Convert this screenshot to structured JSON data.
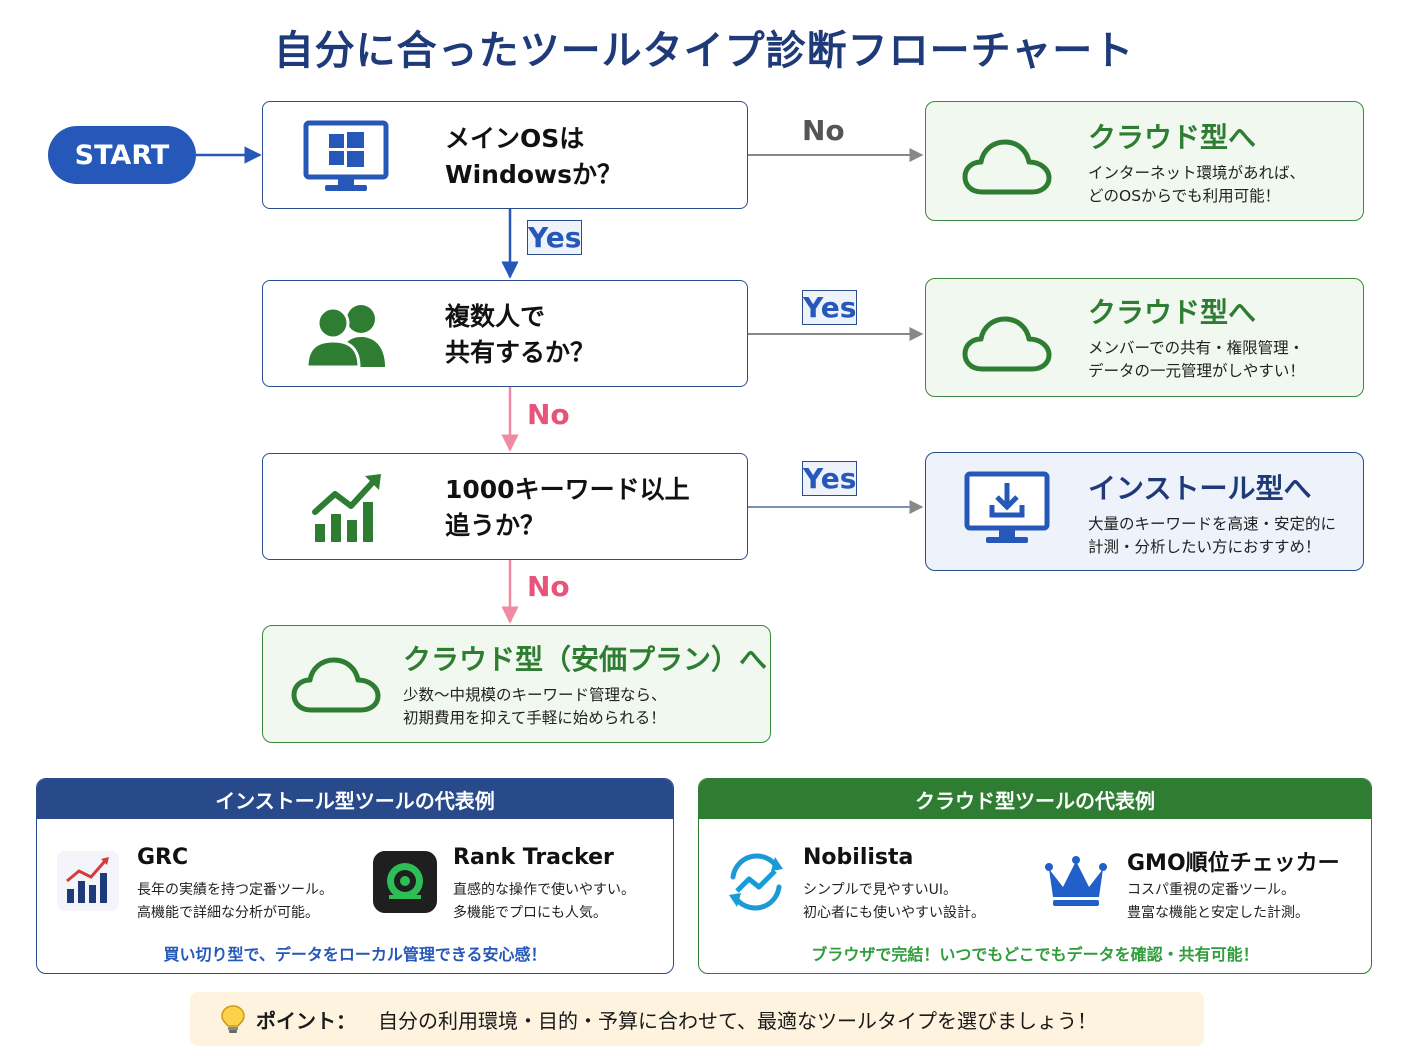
{
  "title": "自分に合ったツールタイプ診断フローチャート",
  "start": "START",
  "questions": [
    {
      "line1": "メインOSは",
      "line2": "Windowsか？",
      "icon": "windows-monitor-icon"
    },
    {
      "line1": "複数人で",
      "line2": "共有するか？",
      "icon": "users-icon"
    },
    {
      "line1": "1000キーワード以上",
      "line2": "追うか？",
      "icon": "growth-chart-icon"
    }
  ],
  "branch_labels": {
    "q1_right": "No",
    "q1_down": "Yes",
    "q2_right": "Yes",
    "q2_down": "No",
    "q3_right": "Yes",
    "q3_down": "No"
  },
  "results": [
    {
      "title": "クラウド型へ",
      "line1": "インターネット環境があれば、",
      "line2": "どのOSからでも利用可能！",
      "icon": "cloud-icon"
    },
    {
      "title": "クラウド型へ",
      "line1": "メンバーでの共有・権限管理・",
      "line2": "データの一元管理がしやすい！",
      "icon": "cloud-icon"
    },
    {
      "title": "インストール型へ",
      "line1": "大量のキーワードを高速・安定的に",
      "line2": "計測・分析したい方におすすめ！",
      "icon": "download-monitor-icon"
    },
    {
      "title": "クラウド型（安価プラン）へ",
      "line1": "少数〜中規模のキーワード管理なら、",
      "line2": "初期費用を抑えて手軽に始められる！",
      "icon": "cloud-icon"
    }
  ],
  "install_panel": {
    "header": "インストール型ツールの代表例",
    "tools": [
      {
        "name": "GRC",
        "line1": "長年の実績を持つ定番ツール。",
        "line2": "高機能で詳細な分析が可能。",
        "icon": "bar-chart-icon"
      },
      {
        "name": "Rank Tracker",
        "line1": "直感的な操作で使いやすい。",
        "line2": "多機能でプロにも人気。",
        "icon": "target-icon"
      }
    ],
    "footer": "買い切り型で、データをローカル管理できる安心感！"
  },
  "cloud_panel": {
    "header": "クラウド型ツールの代表例",
    "tools": [
      {
        "name": "Nobilista",
        "line1": "シンプルで見やすいUI。",
        "line2": "初心者にも使いやすい設計。",
        "icon": "refresh-chart-icon"
      },
      {
        "name": "GMO順位チェッカー",
        "line1": "コスパ重視の定番ツール。",
        "line2": "豊富な機能と安定した計測。",
        "icon": "crown-icon"
      }
    ],
    "footer": "ブラウザで完結！いつでもどこでもデータを確認・共有可能！"
  },
  "point": {
    "label": "ポイント：",
    "text": "自分の利用環境・目的・予算に合わせて、最適なツールタイプを選びましょう！",
    "icon": "lightbulb-icon"
  },
  "colors": {
    "navy": "#1e3a78",
    "blue": "#2558b8",
    "green": "#2e7d32",
    "pink": "#e8537a"
  }
}
